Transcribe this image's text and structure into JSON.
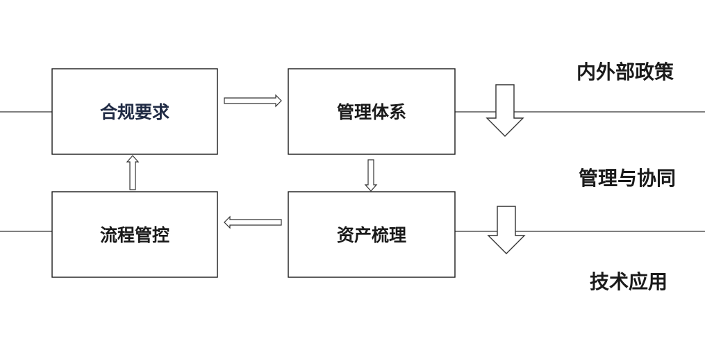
{
  "boxes": {
    "compliance": "合规要求",
    "management_system": "管理体系",
    "asset_sorting": "资产梳理",
    "process_control": "流程管控"
  },
  "layers": {
    "top": "内外部政策",
    "middle": "管理与协同",
    "bottom": "技术应用"
  },
  "colors": {
    "box_stroke": "#1a1a1a",
    "compliance_text": "#1f2a44",
    "text": "#1a1a1a"
  }
}
